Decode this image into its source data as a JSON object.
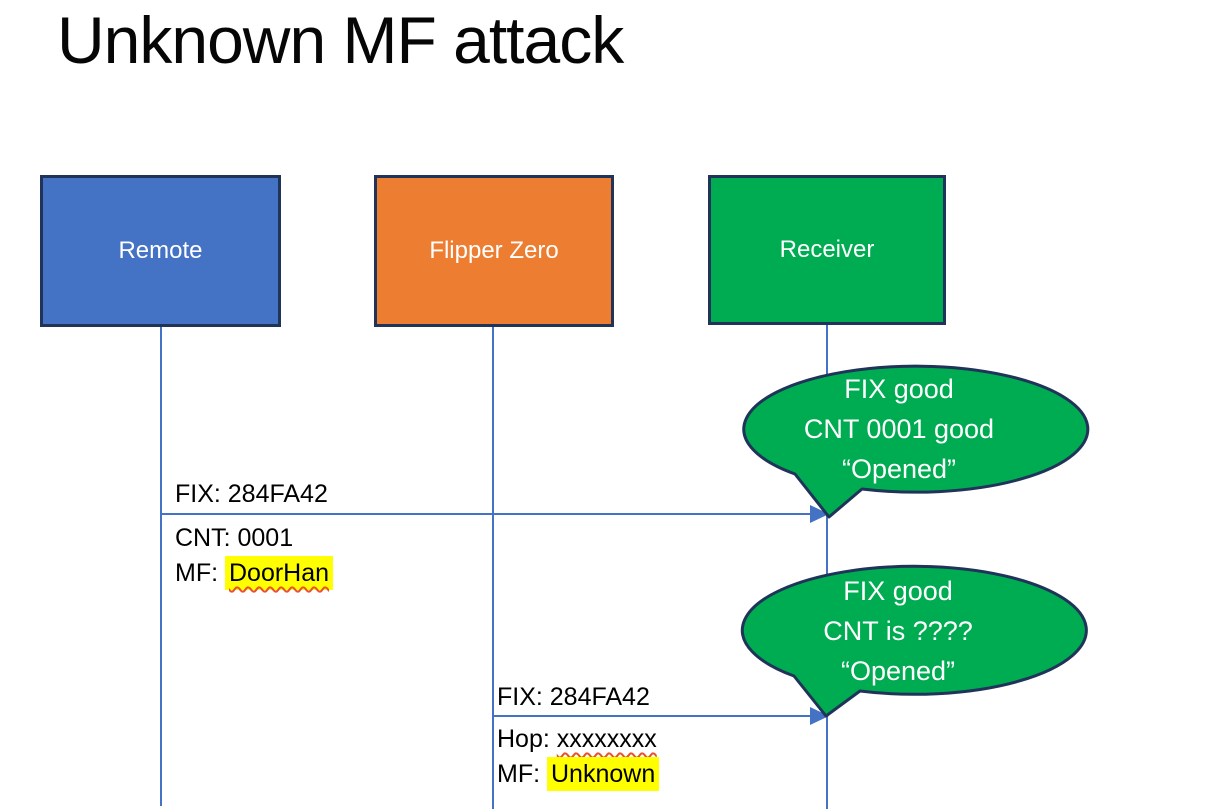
{
  "title": "Unknown MF attack",
  "colors": {
    "actor_remote_fill": "#4472C4",
    "actor_flipper_fill": "#ED7D31",
    "actor_receiver_fill": "#00AC51",
    "shape_outline": "#1F3458",
    "connector_blue": "#4472C4",
    "highlight_yellow": "#FFFF00",
    "spellcheck_squiggle": "#E8512B",
    "bubble_fill": "#00AC51"
  },
  "actors": [
    {
      "id": "remote",
      "label": "Remote"
    },
    {
      "id": "flipper-zero",
      "label": "Flipper Zero"
    },
    {
      "id": "receiver",
      "label": "Receiver"
    }
  ],
  "messages": [
    {
      "from": "Remote",
      "to": "Receiver",
      "above_line": "FIX: 284FA42",
      "below_line_1": "CNT: 0001",
      "below_line_2_label": "MF: ",
      "below_line_2_value": "DoorHan"
    },
    {
      "from": "Flipper Zero",
      "to": "Receiver",
      "above_line": "FIX: 284FA42",
      "below_line_1_label": "Hop: ",
      "below_line_1_value": "xxxxxxxx",
      "below_line_2_label": "MF: ",
      "below_line_2_value": "Unknown"
    }
  ],
  "bubbles": [
    {
      "speaker": "Receiver",
      "lines": [
        "FIX good",
        "CNT 0001 good",
        "“Opened”"
      ]
    },
    {
      "speaker": "Receiver",
      "lines": [
        "FIX good",
        "CNT is ????",
        "“Opened”"
      ]
    }
  ]
}
